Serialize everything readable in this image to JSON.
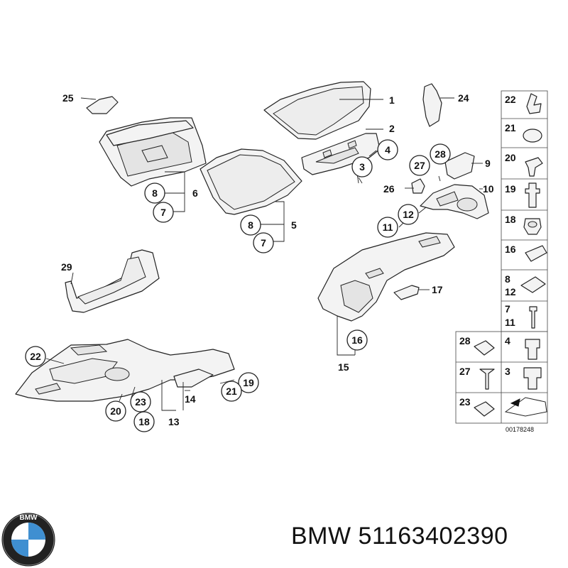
{
  "diagram": {
    "labels": {
      "l1": "1",
      "l2": "2",
      "l3": "3",
      "l4": "4",
      "l5": "5",
      "l6": "6",
      "l7a": "7",
      "l7b": "7",
      "l8a": "8",
      "l8b": "8",
      "l9": "9",
      "l10": "10",
      "l11": "11",
      "l12": "12",
      "l13": "13",
      "l14": "14",
      "l15": "15",
      "l16": "16",
      "l17": "17",
      "l18": "18",
      "l19": "19",
      "l20": "20",
      "l21": "21",
      "l22": "22",
      "l23": "23",
      "l24": "24",
      "l25": "25",
      "l26": "26",
      "l27": "27",
      "l28": "28",
      "l29": "29"
    },
    "legend": {
      "r22": "22",
      "r21": "21",
      "r20": "20",
      "r19": "19",
      "r18": "18",
      "r16": "16",
      "r8": "8",
      "r12": "12",
      "r7": "7",
      "r11": "11",
      "r28": "28",
      "r4": "4",
      "r27": "27",
      "r3": "3",
      "r23": "23"
    },
    "drawing_number": "00178248"
  },
  "brand": {
    "logo_text": "BMW",
    "name": "BMW",
    "part_number": "51163402390"
  }
}
